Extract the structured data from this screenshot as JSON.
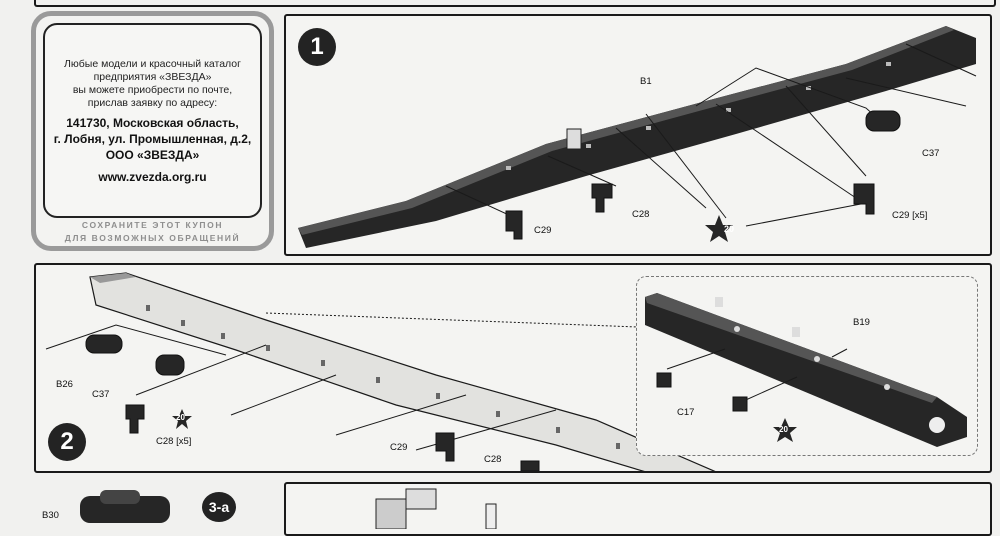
{
  "coupon": {
    "line1": "Любые модели и красочный каталог",
    "line2": "предприятия «ЗВЕЗДА»",
    "line3": "вы можете приобрести по почте,",
    "line4": "прислав заявку по адресу:",
    "addr1": "141730, Московская область,",
    "addr2": "г. Лобня, ул. Промышленная, д.2,",
    "addr3": "ООО «ЗВЕЗДА»",
    "website": "www.zvezda.org.ru",
    "foot1": "СОХРАНИТЕ ЭТОТ КУПОН",
    "foot2": "ДЛЯ ВОЗМОЖНЫХ ОБРАЩЕНИЙ"
  },
  "step1": {
    "number": "1",
    "labels": {
      "b1": "B1",
      "c37": "C37",
      "c28": "C28",
      "c29": "C29",
      "c29x5": "C29 [x5]",
      "glue": "20"
    }
  },
  "step2": {
    "number": "2",
    "labels": {
      "b26": "B26",
      "c37": "C37",
      "c28x5": "C28 [x5]",
      "glue": "20",
      "c29": "C29",
      "c28": "C28",
      "b19": "B19",
      "c17": "C17",
      "glue2": "20"
    }
  },
  "step3": {
    "number": "3-a",
    "labels": {
      "b30": "B30"
    }
  },
  "colors": {
    "part_dark": "#262626",
    "part_light": "#e2e2df",
    "line": "#1a1a1a"
  }
}
